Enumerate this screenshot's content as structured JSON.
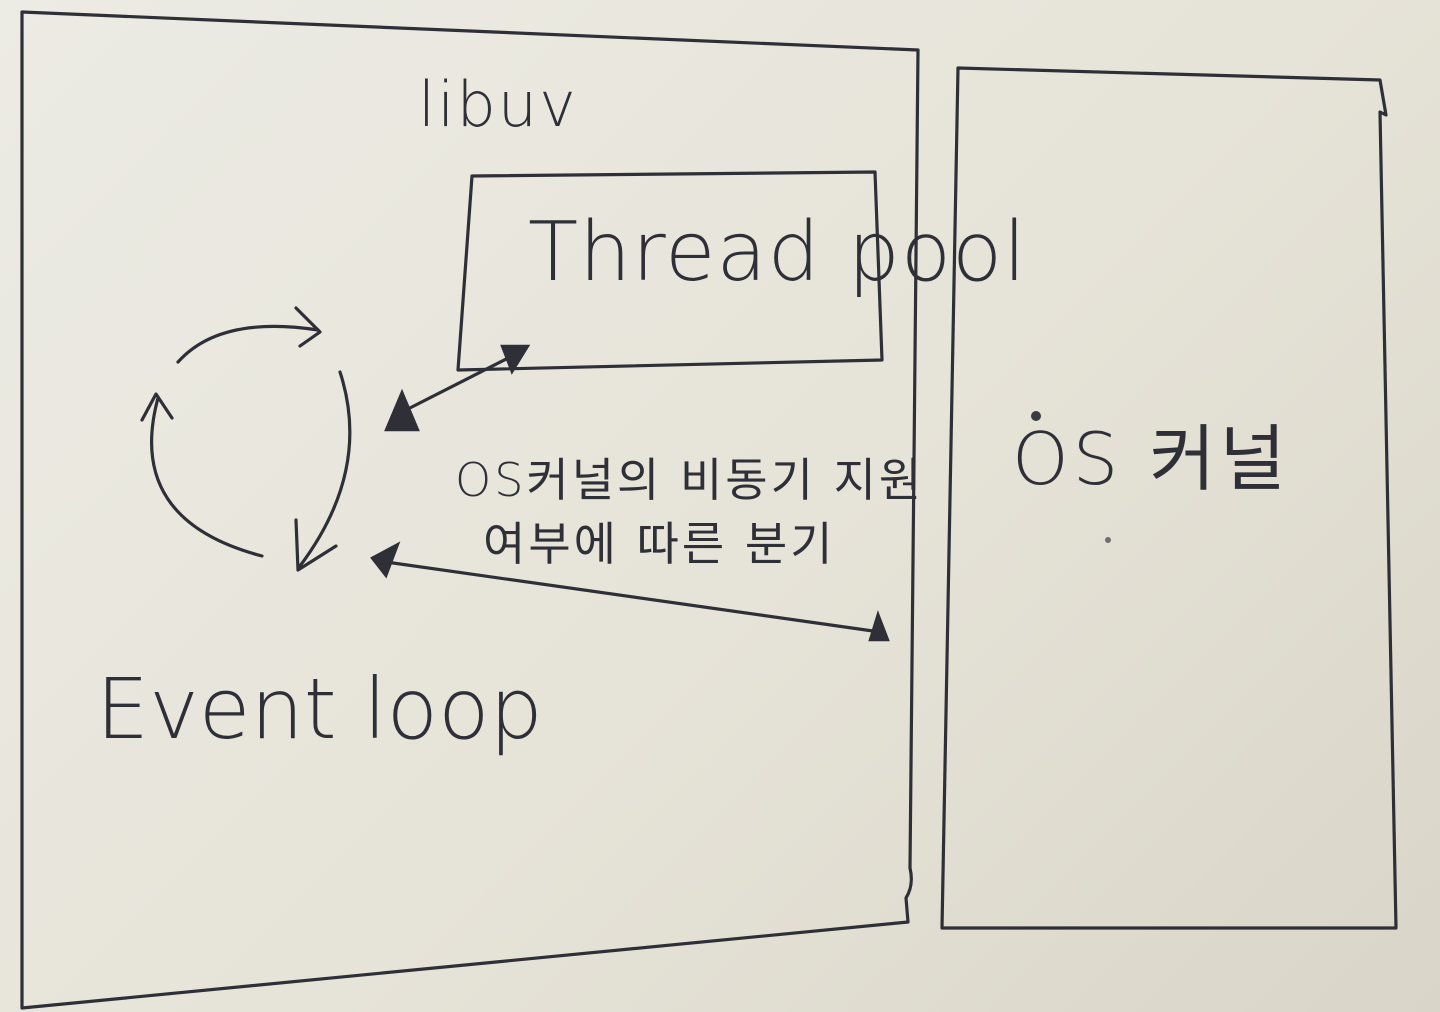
{
  "diagram": {
    "libuv_label": "libuv",
    "thread_pool_label": "Thread pool",
    "event_loop_label": "Event loop",
    "os_kernel_label": "OS 커널",
    "branch_note": {
      "line1": "OS커널의 비동기 지원",
      "line2": "여부에 따른 분기"
    },
    "connections": [
      {
        "from": "Event loop",
        "to": "Thread pool",
        "bidirectional": true
      },
      {
        "from": "Event loop",
        "to": "OS 커널",
        "bidirectional": true
      }
    ],
    "ink_color": "#2f2f38",
    "paper_color": "#e9e5da"
  }
}
